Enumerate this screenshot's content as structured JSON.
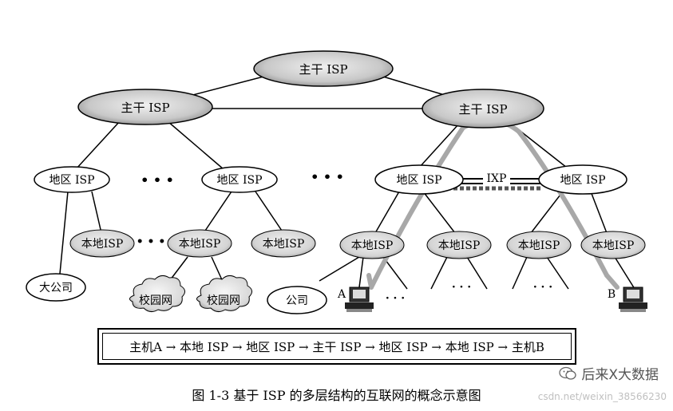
{
  "nodes": {
    "backbone_top": "主干 ISP",
    "backbone_left": "主干 ISP",
    "backbone_right": "主干 ISP",
    "regional_1": "地区 ISP",
    "regional_2": "地区 ISP",
    "regional_3": "地区 ISP",
    "regional_4": "地区 ISP",
    "local_1": "本地ISP",
    "local_2": "本地ISP",
    "local_3": "本地ISP",
    "local_4": "本地ISP",
    "local_5": "本地ISP",
    "local_6": "本地ISP",
    "local_7": "本地ISP",
    "big_company": "大公司",
    "campus_1": "校园网",
    "campus_2": "校园网",
    "company": "公司",
    "ixp": "IXP",
    "host_a": "A",
    "host_b": "B"
  },
  "ellipsis": {
    "dots_1": "• • •",
    "dots_2": "• • •",
    "dots_3": "• • •",
    "dots_4": "· · ·",
    "dots_5": "· · ·",
    "dots_6": "· · ·",
    "dots_7": "· · ·"
  },
  "route": "主机A → 本地 ISP → 地区 ISP → 主干 ISP → 地区 ISP → 本地 ISP → 主机B",
  "caption": "图 1-3   基于 ISP 的多层结构的互联网的概念示意图",
  "watermark": "后来X大数据",
  "watermark_url": "csdn.net/weixin_38566230"
}
